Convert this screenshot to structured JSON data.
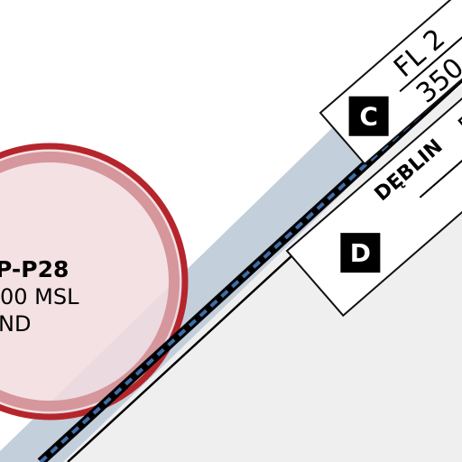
{
  "colors": {
    "background": "#ffffff",
    "sector_fill": "#efefef",
    "corridor_band": "#c3cfdb",
    "boundary_line": "#000000",
    "boundary_dash": "#3f6da8",
    "zone_fill": "#f2dcdf",
    "zone_inner_ring": "#d5969c",
    "zone_outer_ring": "#b5262c",
    "label_box_fill": "#ffffff",
    "label_box_stroke": "#111111",
    "class_badge_fill": "#000000",
    "class_badge_text": "#ffffff"
  },
  "restricted_zone": {
    "id": "P-P28",
    "altitude": "00 MSL",
    "lower": "ND"
  },
  "airspace_labels": {
    "class_c": {
      "badge": "C",
      "upper_limit": "FL 2",
      "lower_limit": "350"
    },
    "class_d": {
      "badge": "D",
      "name": "DĘBLIN",
      "upper_limit": "F",
      "lower_limit": "-"
    }
  }
}
